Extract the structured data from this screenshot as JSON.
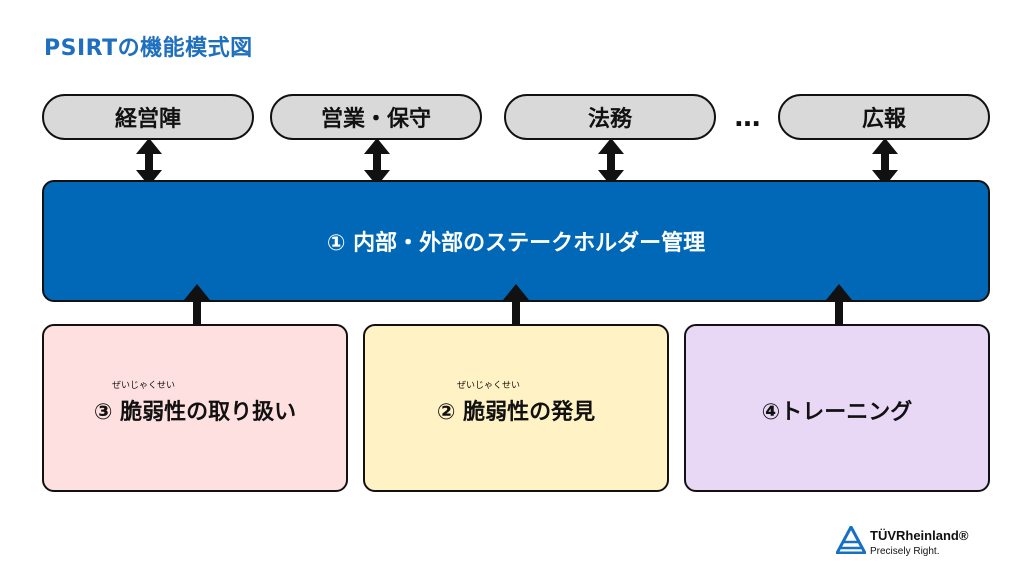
{
  "title": "PSIRTの機能模式図",
  "top_boxes": [
    "経営陣",
    "営業・保守",
    "法務",
    "広報"
  ],
  "ellipsis": "…",
  "main_box": "① 内部・外部のステークホルダー管理",
  "sub_boxes": [
    {
      "label": "③ 脆弱性の取り扱い",
      "ruby": "ぜいじゃくせい",
      "color": "#ffe0e0"
    },
    {
      "label": "② 脆弱性の発見",
      "ruby": "ぜいじゃくせい",
      "color": "#fff2c4"
    },
    {
      "label": "④トレーニング",
      "ruby": "",
      "color": "#e8d8f6"
    }
  ],
  "colors": {
    "title": "#1f6fbf",
    "main": "#0068b7",
    "pill": "#d9d9d9",
    "logo": "#1670c4"
  },
  "logo": {
    "name": "TÜVRheinland®",
    "tagline": "Precisely Right."
  }
}
